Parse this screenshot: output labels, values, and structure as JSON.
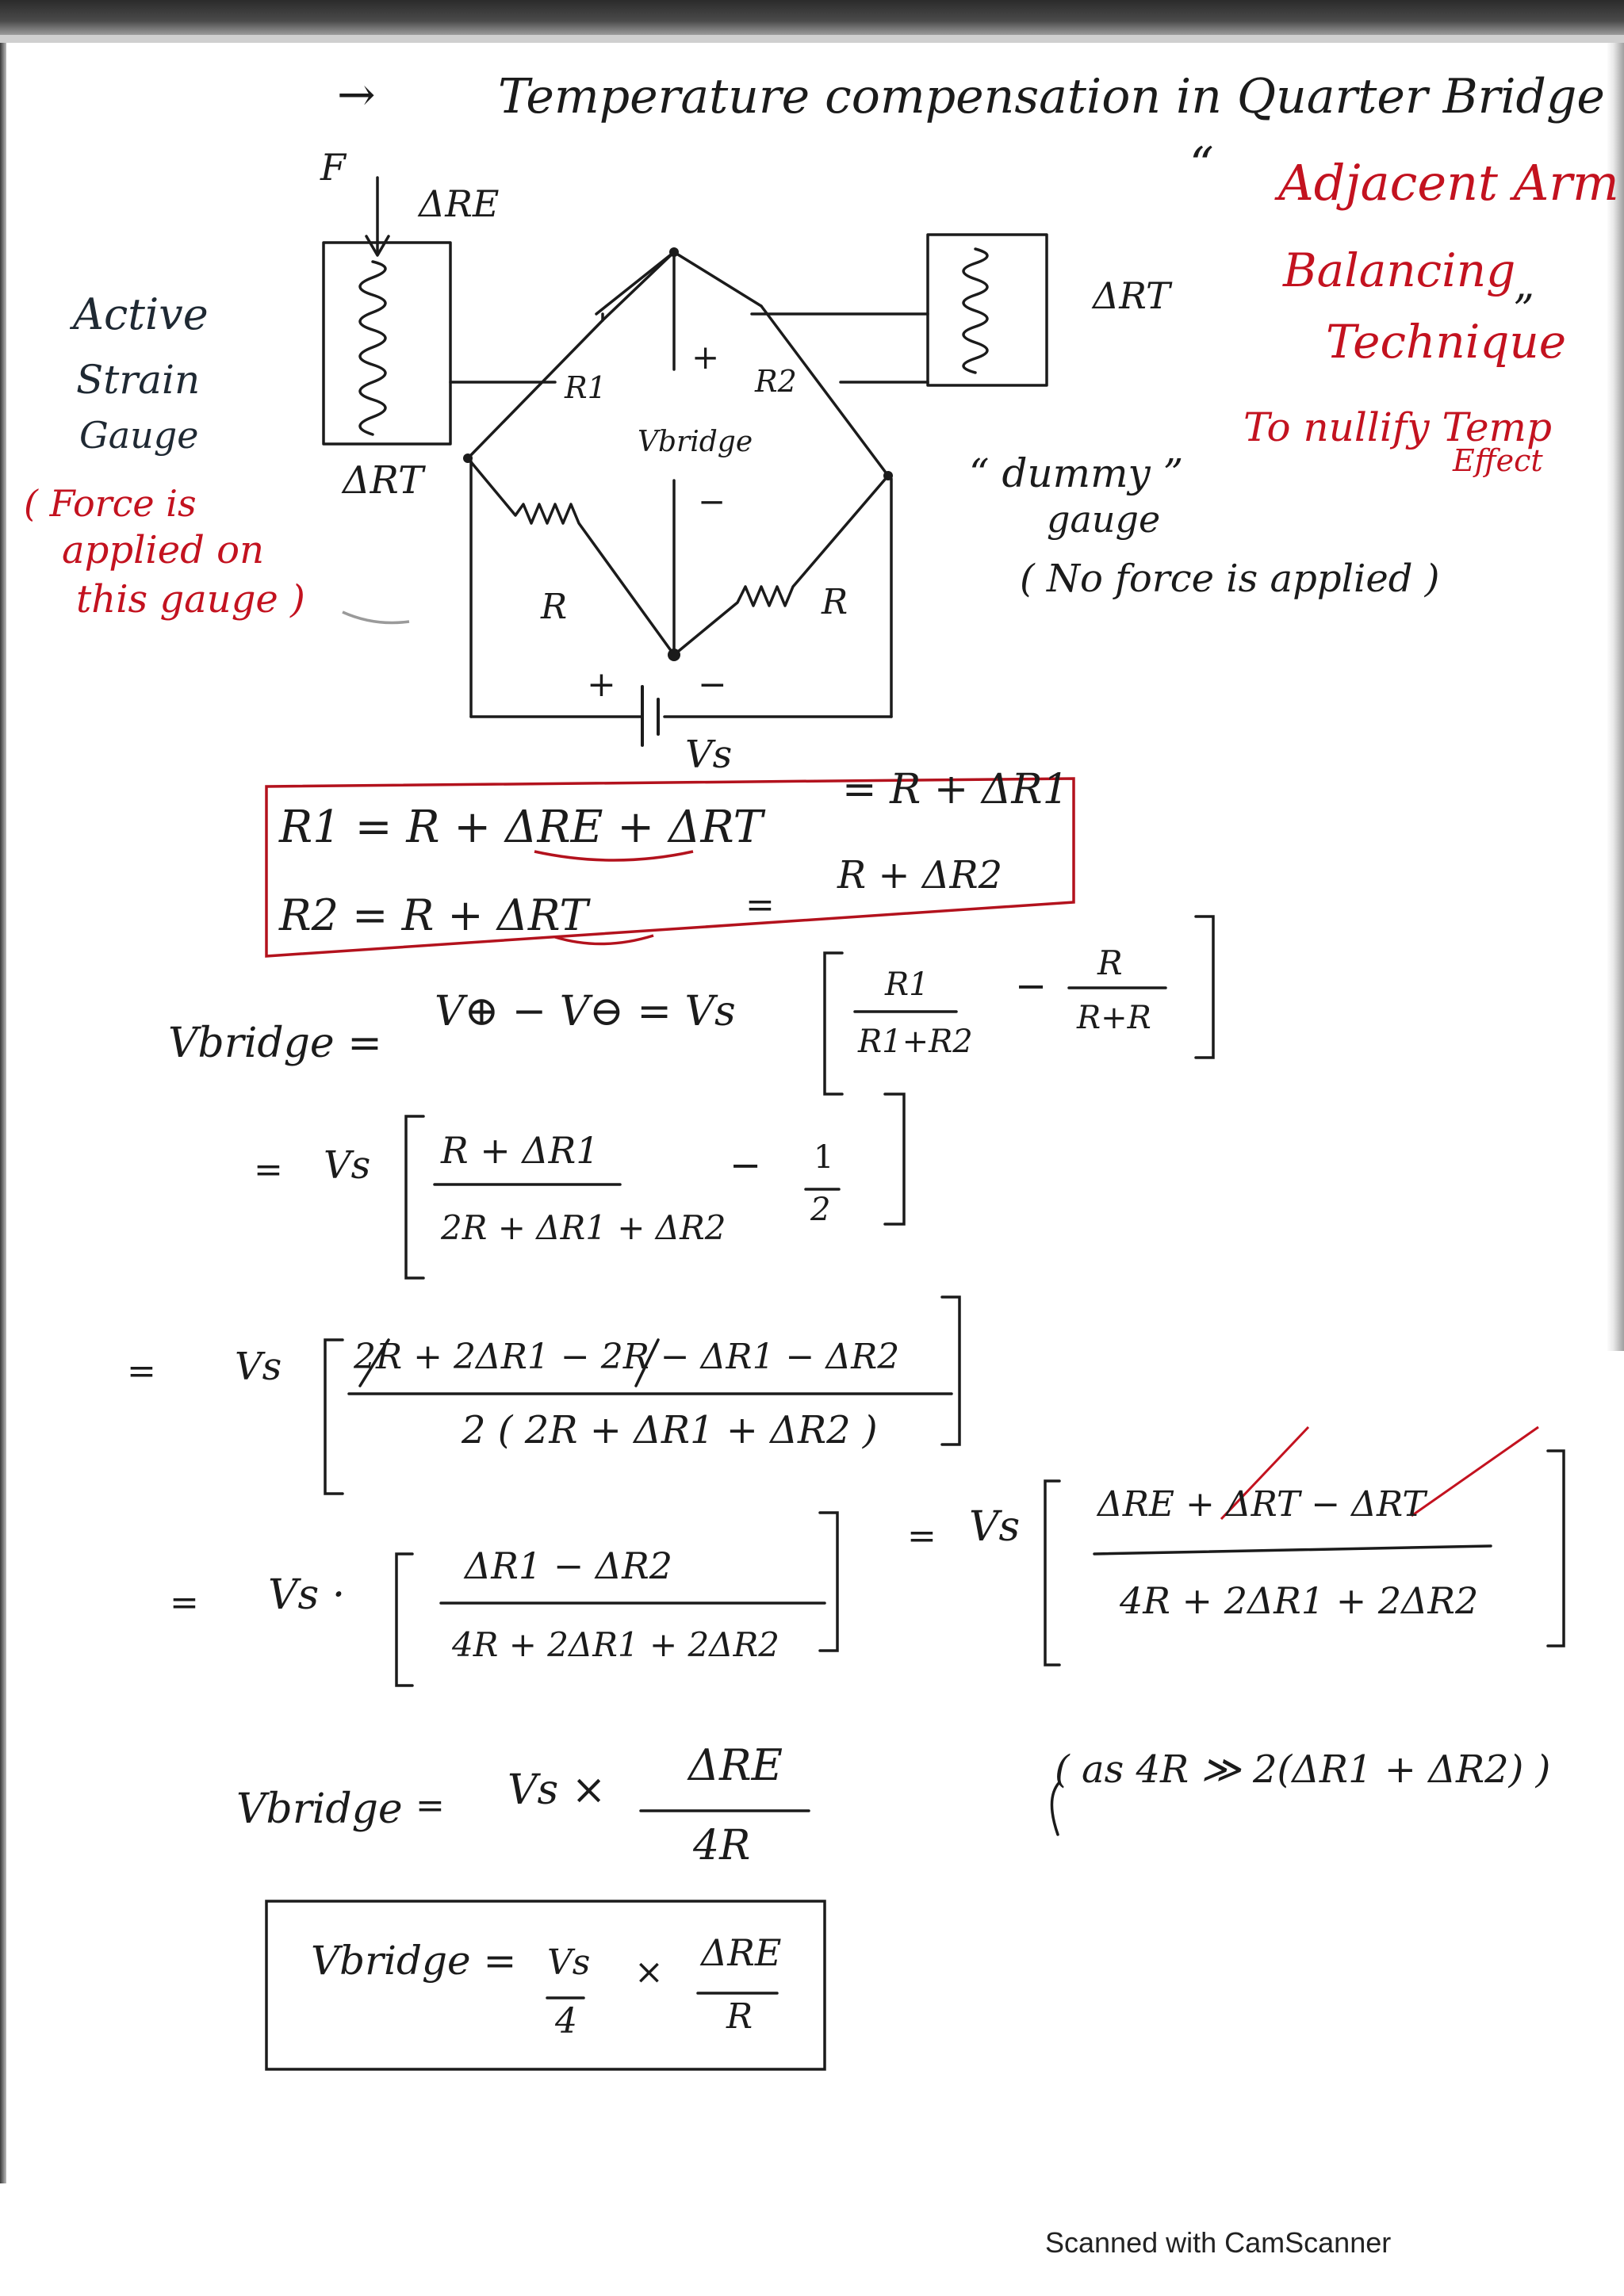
{
  "title": {
    "arrow": "→",
    "text": "Temperature compensation in Quarter Bridge"
  },
  "technique": {
    "quote_open": "“",
    "line1": "Adjacent Arm",
    "line2": "Balancing",
    "line3": "Technique",
    "quote_close": "”",
    "purpose_line1": "To nullify Temp",
    "purpose_line2": "Effect"
  },
  "left_notes": {
    "active_line1": "Active",
    "active_line2": "Strain",
    "active_line3": "Gauge",
    "force_line1": "( Force is",
    "force_line2": "applied on",
    "force_line3": "this gauge )"
  },
  "circuit": {
    "force_label": "F",
    "active_top_label": "ΔRE",
    "active_bottom_label": "ΔRT",
    "dummy_label": "ΔRT",
    "r1": "R1",
    "r2": "R2",
    "r_left": "R",
    "r_right": "R",
    "plus_top": "+",
    "minus_mid": "−",
    "vbridge": "Vbridge",
    "battery_plus": "+",
    "battery_minus": "−",
    "vs": "Vs",
    "dummy_line1": "“ dummy ”",
    "dummy_line2": "gauge",
    "no_force": "( No force is applied )"
  },
  "boxed_defs": {
    "r1_line": "R1 = R + ΔRE + ΔRT",
    "r1_eq": "= R + ΔR1",
    "r2_line": "R2 = R + ΔRT",
    "r2_eq_sign": "=",
    "r2_eq": "R + ΔR2"
  },
  "derivation": {
    "line1_lhs": "Vbridge =",
    "line1_mid": "V⊕ − V⊖  =  Vs",
    "line1_frac1_num": "R1",
    "line1_frac1_den": "R1+R2",
    "line1_minus": "−",
    "line1_frac2_num": "R",
    "line1_frac2_den": "R+R",
    "line2_eq": "=",
    "line2_vs": "Vs",
    "line2_num": "R + ΔR1",
    "line2_den": "2R + ΔR1 + ΔR2",
    "line2_minus": "−",
    "line2_half_num": "1",
    "line2_half_den": "2",
    "line3_eq": "=",
    "line3_vs": "Vs",
    "line3_num": "2R + 2ΔR1 − 2R − ΔR1 − ΔR2",
    "line3_den": "2 ( 2R + ΔR1 + ΔR2 )",
    "line4_eq": "=",
    "line4_vs": "Vs ·",
    "line4_num": "ΔR1   − ΔR2",
    "line4_den": "4R + 2ΔR1 + 2ΔR2",
    "line4b_eq": "=",
    "line4b_vs": "Vs",
    "line4b_num": "ΔRE + ΔRT  −  ΔRT",
    "line4b_den": "4R + 2ΔR1 + 2ΔR2",
    "line5_lhs": "Vbridge",
    "line5_eq": "=",
    "line5_rhs": "Vs ×",
    "line5_num": "ΔRE",
    "line5_den": "4R",
    "line5_note": "( as  4R ≫ 2(ΔR1 + ΔR2) )",
    "final_lhs": "Vbridge =",
    "final_num1": "Vs",
    "final_den1": "4",
    "final_times": "×",
    "final_num2": "ΔRE",
    "final_den2": "R"
  },
  "footer": "Scanned with CamScanner"
}
